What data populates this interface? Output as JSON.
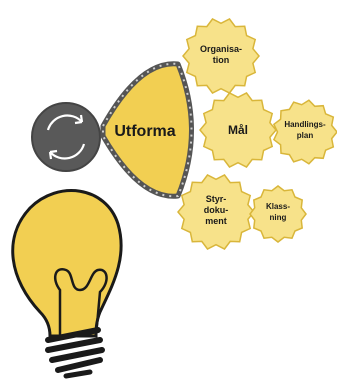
{
  "diagram": {
    "hub": {
      "label": "Utforma"
    },
    "gears": {
      "organisation": {
        "line1": "Organisa-",
        "line2": "tion"
      },
      "mal": {
        "label": "Mål"
      },
      "handlingsplan": {
        "line1": "Handlings-",
        "line2": "plan"
      },
      "styrdokument": {
        "line1": "Styr-",
        "line2": "doku-",
        "line3": "ment"
      },
      "klassning": {
        "line1": "Klass-",
        "line2": "ning"
      }
    }
  },
  "colors": {
    "gear_fill": "#f7e28a",
    "gear_stroke": "#d9b63a",
    "hub_fill": "#f2cf52",
    "chain": "#555555",
    "cycle_circle": "#595959",
    "bulb_fill": "#f2cf52",
    "bulb_outline": "#1a1a1a"
  },
  "icons": {
    "cycle": "refresh-cycle-icon",
    "bulb": "light-bulb-icon"
  }
}
